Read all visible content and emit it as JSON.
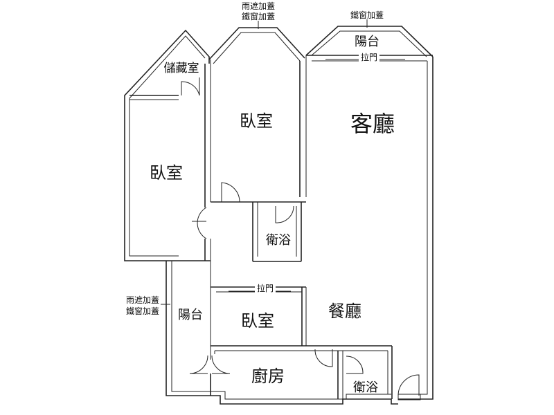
{
  "rooms": {
    "storage": "儲藏室",
    "bedroom_top": "臥室",
    "bedroom_left": "臥室",
    "living_room": "客廳",
    "balcony_top": "陽台",
    "bath_upper": "衛浴",
    "balcony_left": "陽台",
    "bedroom_small": "臥室",
    "dining_room": "餐廳",
    "kitchen": "廚房",
    "bath_lower": "衛浴"
  },
  "notes": {
    "top_center_line1": "雨遮加蓋",
    "top_center_line2": "鐵窗加蓋",
    "top_right": "鐵窗加蓋",
    "left_line1": "雨遮加蓋",
    "left_line2": "鐵窗加蓋",
    "sliding_door_top": "拉門",
    "sliding_door_mid": "拉門"
  }
}
